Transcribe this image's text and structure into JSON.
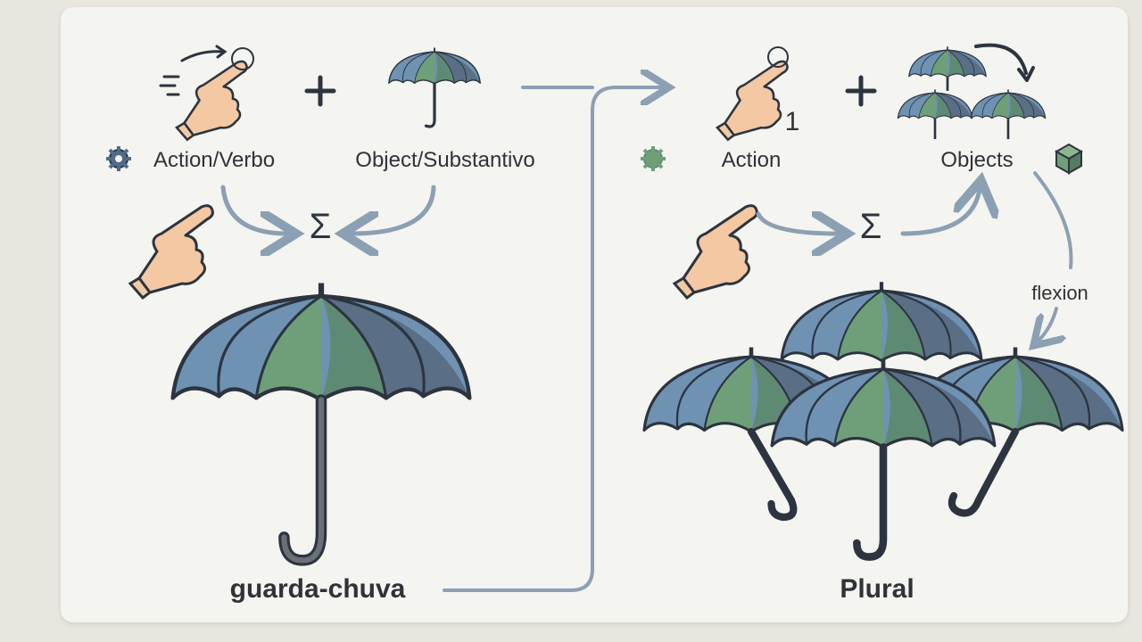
{
  "left": {
    "action_label": "Action/Verbo",
    "object_label": "Object/Substantivo",
    "plus": "+",
    "sum": "Σ",
    "result_label": "guarda-chuva"
  },
  "right": {
    "action_label": "Action",
    "objects_label": "Objects",
    "plus": "+",
    "sum": "Σ",
    "count": "1",
    "flexion_label": "flexion",
    "result_label": "Plural"
  },
  "icons": [
    "gear-icon",
    "pointing-hand-icon",
    "plus-icon",
    "umbrella-icon",
    "sum-icon",
    "arrow-icon",
    "cube-icon",
    "swipe-lines-icon"
  ],
  "colors": {
    "card": "#f4f4f0",
    "background": "#e9e6e0",
    "umbrella_blue": "#6f92b3",
    "umbrella_green": "#6f9f78",
    "umbrella_dark": "#5a6f86",
    "outline": "#2c3440",
    "skin": "#f3c8a3",
    "arrow": "#8ca0b3",
    "text": "#2f3338"
  }
}
